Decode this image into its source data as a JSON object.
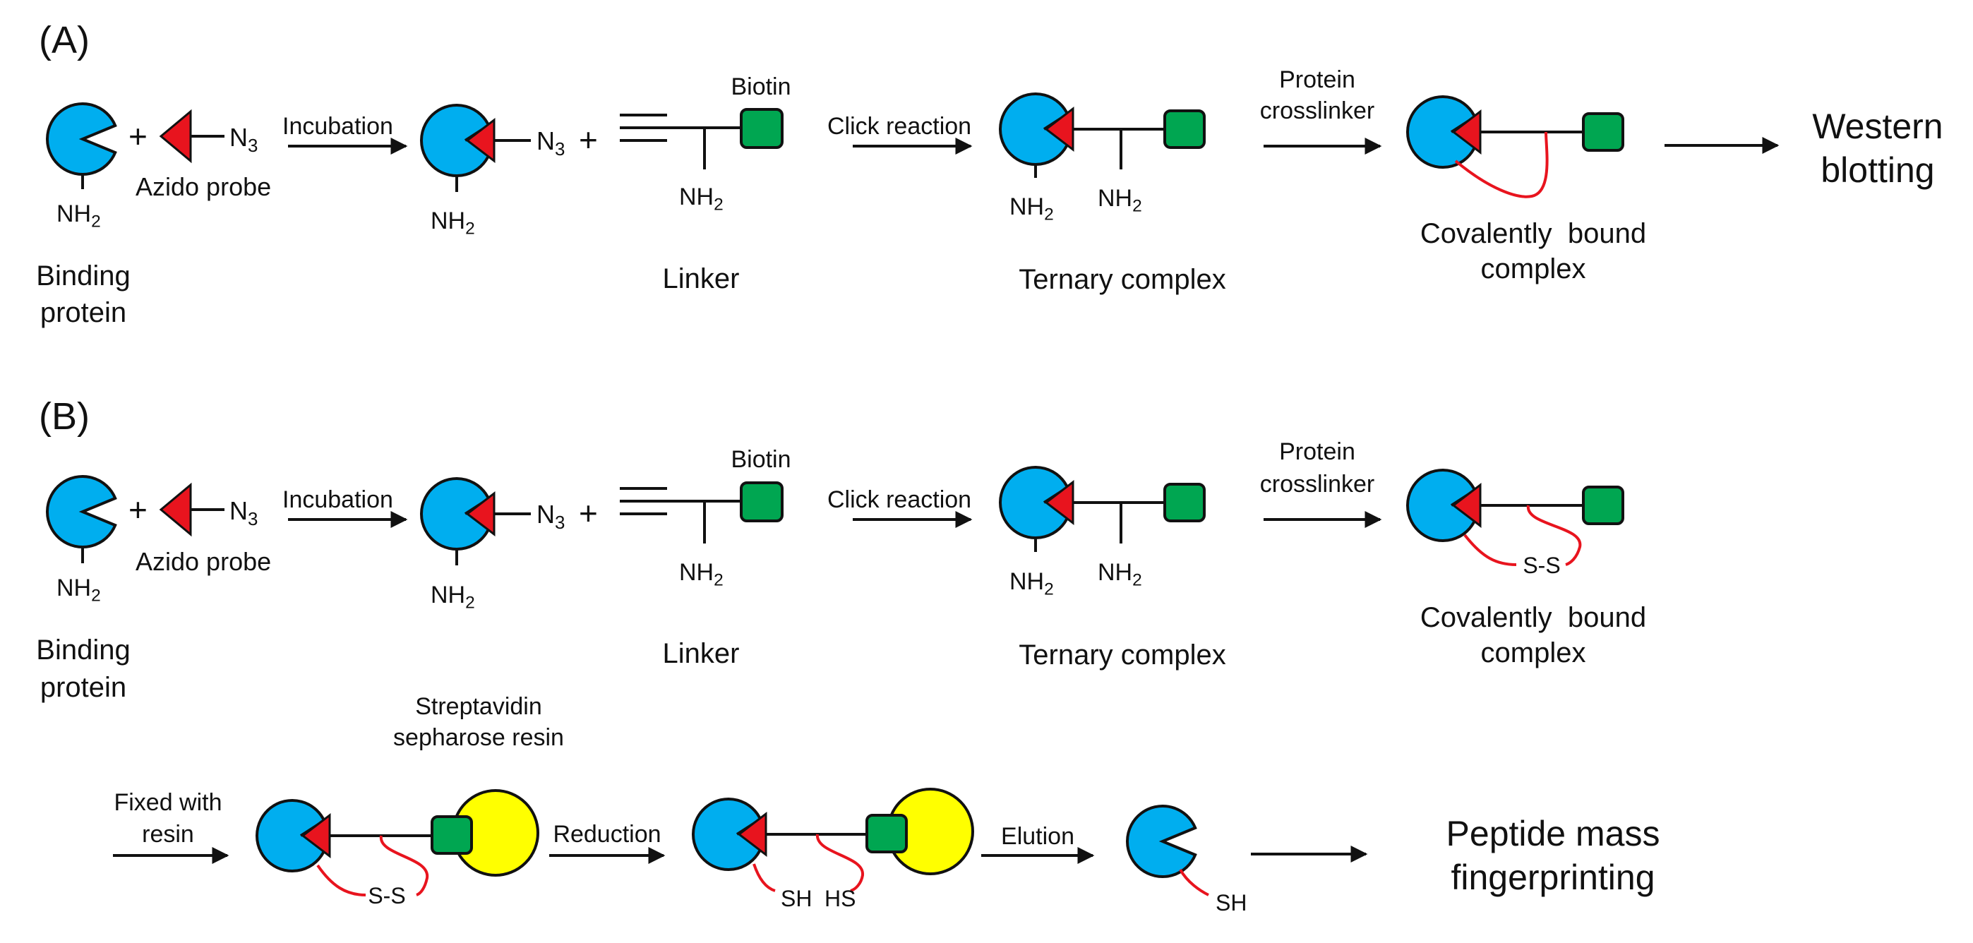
{
  "colors": {
    "protein": "#00aeef",
    "probe": "#e8141e",
    "biotin": "#00a651",
    "resin": "#ffff00",
    "crosslink": "#e8141e",
    "ink": "#111111"
  },
  "panel_a": {
    "label": "(A)",
    "binding_protein": [
      "Binding",
      "protein"
    ],
    "nh2": "NH2",
    "plus": "+",
    "azido_probe": "Azido probe",
    "n3": "N3",
    "incubation": "Incubation",
    "biotin": "Biotin",
    "linker": "Linker",
    "click_reaction": "Click reaction",
    "ternary_complex": "Ternary complex",
    "protein_crosslinker": [
      "Protein",
      "crosslinker"
    ],
    "covalently_bound_complex": [
      "Covalently  bound",
      "complex"
    ],
    "western_blotting": [
      "Western",
      "blotting"
    ]
  },
  "panel_b": {
    "label": "(B)",
    "binding_protein": [
      "Binding",
      "protein"
    ],
    "nh2": "NH2",
    "plus": "+",
    "azido_probe": "Azido probe",
    "n3": "N3",
    "incubation": "Incubation",
    "biotin": "Biotin",
    "linker": "Linker",
    "click_reaction": "Click reaction",
    "ternary_complex": "Ternary complex",
    "protein_crosslinker": [
      "Protein",
      "crosslinker"
    ],
    "covalently_bound_complex": [
      "Covalently  bound",
      "complex"
    ],
    "ss": "S-S",
    "streptavidin_resin": [
      "Streptavidin",
      "sepharose resin"
    ],
    "fixed_with_resin": [
      "Fixed with",
      "resin"
    ],
    "reduction": "Reduction",
    "sh": "SH",
    "hs": "HS",
    "elution": "Elution",
    "peptide_mass_fingerprinting": [
      "Peptide mass",
      "fingerprinting"
    ]
  }
}
